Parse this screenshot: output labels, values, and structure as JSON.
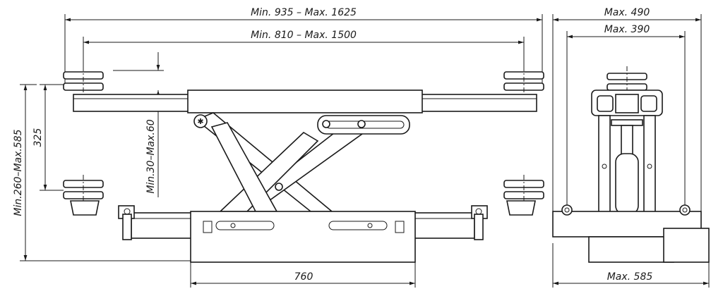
{
  "dimensions": {
    "overall_width": "Min. 935  –  Max. 1625",
    "arm_width": "Min. 810  –  Max. 1500",
    "end_max_outer": "Max. 490",
    "end_max_inner": "Max. 390",
    "pad_travel": "325",
    "total_height": "Min.260–Max.585",
    "adapter_height": "Min.30–Max.60",
    "base_length": "760",
    "end_base": "Max. 585"
  }
}
